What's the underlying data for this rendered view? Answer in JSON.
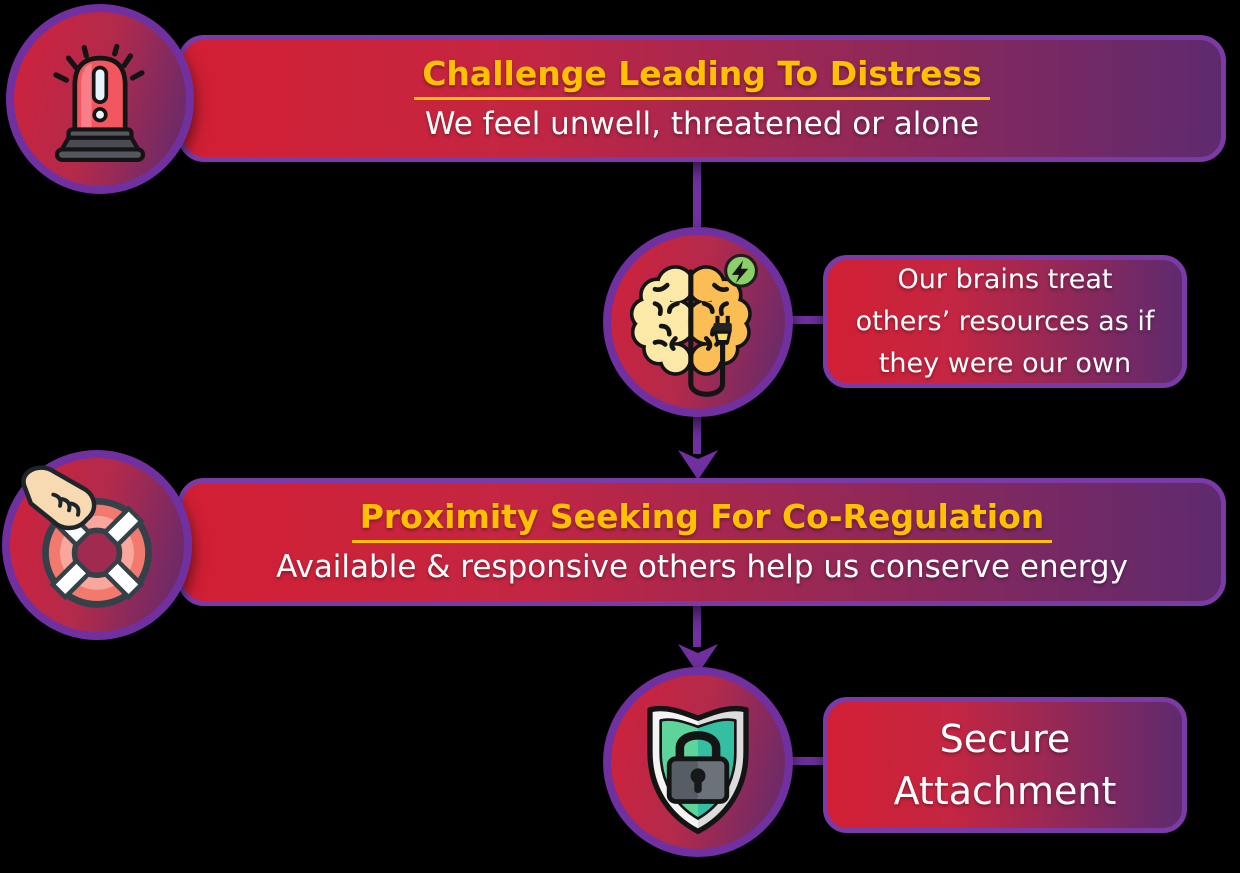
{
  "diagram": {
    "step1": {
      "icon": "siren-alarm-icon",
      "title": "Challenge Leading To Distress",
      "subtitle": "We feel unwell, threatened or alone"
    },
    "brain_node": {
      "icon": "brain-energy-icon",
      "callout": {
        "line1": "Our brains treat",
        "line2": "others’ resources as if",
        "line3": "they were our own"
      }
    },
    "step2": {
      "icon": "lifebuoy-hand-icon",
      "title": "Proximity Seeking For Co-Regulation",
      "subtitle": "Available & responsive others help us conserve energy"
    },
    "secure_node": {
      "icon": "shield-lock-icon",
      "callout": {
        "line1": "Secure",
        "line2": "Attachment"
      }
    },
    "colors": {
      "background": "#000000",
      "gradient_red": "#D21F34",
      "gradient_purple": "#5E2A6E",
      "border_purple": "#7C3AA6",
      "connector_purple": "#7030A0",
      "title_gold": "#FFC000",
      "body_text": "#FFFFFF"
    }
  }
}
